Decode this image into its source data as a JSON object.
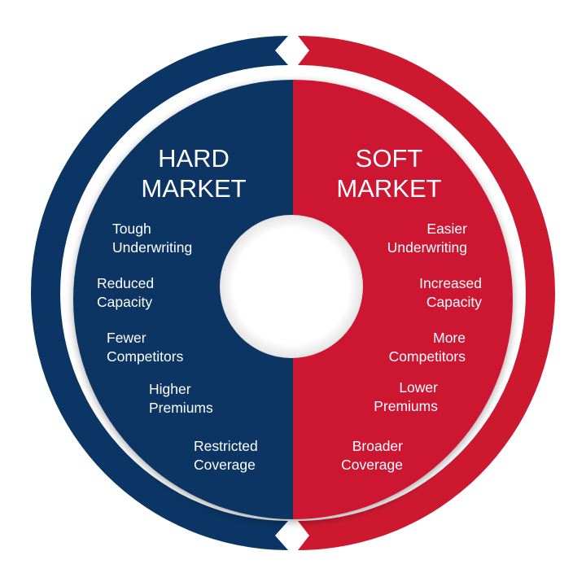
{
  "colors": {
    "hard": "#0a3564",
    "soft": "#cc1930",
    "center": "#ffffff",
    "text": "#ffffff"
  },
  "hard_market": {
    "title_line1": "HARD",
    "title_line2": "MARKET",
    "items": [
      {
        "line1": "Tough",
        "line2": "Underwriting"
      },
      {
        "line1": "Reduced",
        "line2": "Capacity"
      },
      {
        "line1": "Fewer",
        "line2": "Competitors"
      },
      {
        "line1": "Higher",
        "line2": "Premiums"
      },
      {
        "line1": "Restricted",
        "line2": "Coverage"
      }
    ]
  },
  "soft_market": {
    "title_line1": "SOFT",
    "title_line2": "MARKET",
    "items": [
      {
        "line1": "Easier",
        "line2": "Underwriting"
      },
      {
        "line1": "Increased",
        "line2": "Capacity"
      },
      {
        "line1": "More",
        "line2": "Competitors"
      },
      {
        "line1": "Lower",
        "line2": "Premiums"
      },
      {
        "line1": "Broader",
        "line2": "Coverage"
      }
    ]
  }
}
